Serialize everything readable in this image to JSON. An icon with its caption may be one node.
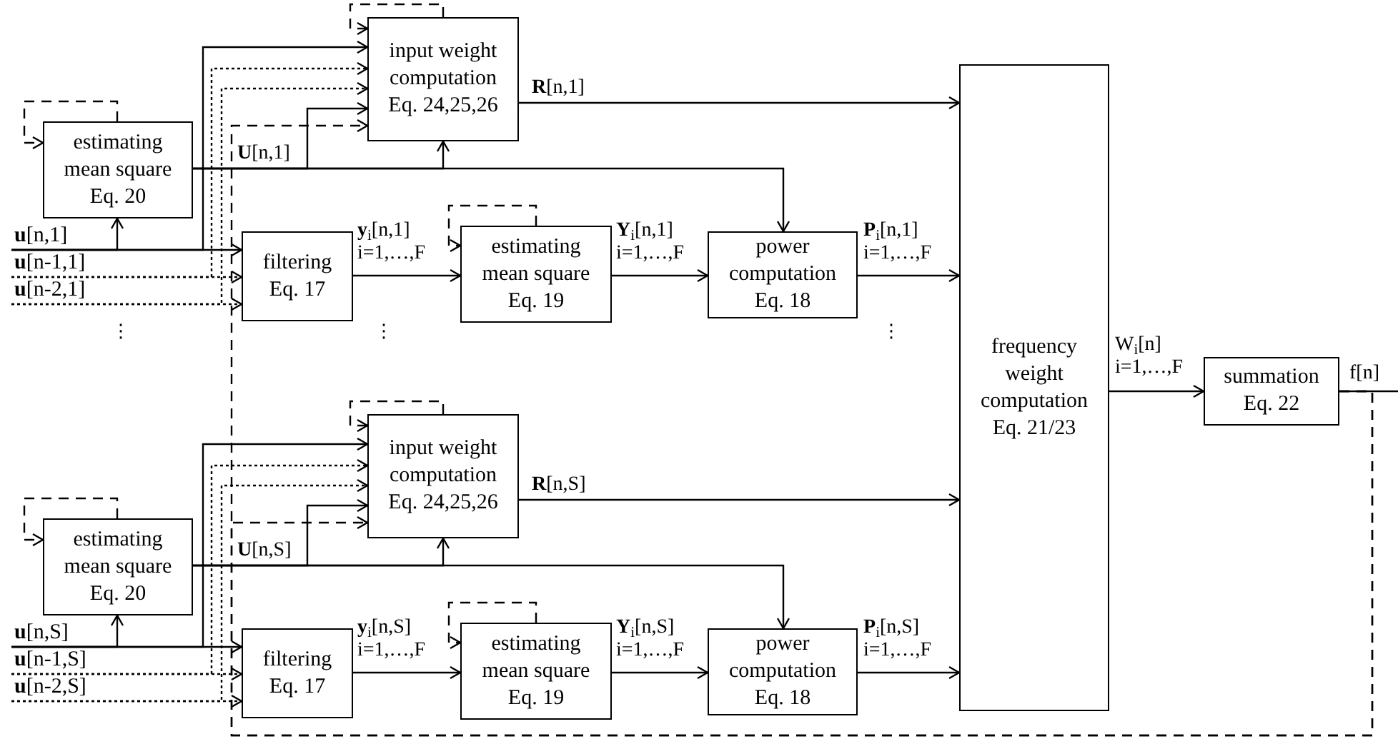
{
  "diagram": {
    "nodes": [
      {
        "text": [
          "input weight computation",
          "Eq. 24,25,26"
        ]
      },
      {
        "text": [
          "estimating mean square",
          "Eq. 20"
        ]
      },
      {
        "text": [
          "**u**[n,1]"
        ]
      },
      {
        "text": [
          "**u**[n-1,1]"
        ]
      },
      {
        "text": [
          "**u**[n-2,1]"
        ]
      },
      {
        "text": [
          "filtering",
          "Eq. 17"
        ]
      },
      {
        "text": [
          "estimating mean square",
          "Eq. 19"
        ]
      },
      {
        "text": [
          "power computation",
          "Eq. 18"
        ]
      },
      {
        "text": [
          "frequency weight computation",
          "Eq. 21/23"
        ]
      },
      {
        "text": [
          "summation",
          "Eq. 22"
        ]
      },
      {
        "text": [
          "input weight computation",
          "Eq. 24,25,26"
        ]
      },
      {
        "text": [
          "estimating mean square",
          "Eq. 20"
        ]
      },
      {
        "text": [
          "**u**[n,S]"
        ]
      },
      {
        "text": [
          "**u**[n-1,S]"
        ]
      },
      {
        "text": [
          "**u**[n-2,S]"
        ]
      },
      {
        "text": [
          "filtering",
          "Eq. 17"
        ]
      },
      {
        "text": [
          "estimating mean square",
          "Eq. 19"
        ]
      },
      {
        "text": [
          "power computation",
          "Eq. 18"
        ]
      }
    ],
    "edges": [
      {
        "from": 2,
        "to": 5,
        "arrow": "to"
      },
      {
        "from": 2,
        "to": 1,
        "arrow": "to"
      },
      {
        "from": 2,
        "to": 0,
        "arrow": "to"
      },
      {
        "from": 3,
        "to": 5,
        "arrow": "to",
        "style": "dashed"
      },
      {
        "from": 3,
        "to": 0,
        "arrow": "to",
        "style": "dashed"
      },
      {
        "from": 4,
        "to": 5,
        "arrow": "to",
        "style": "dashed"
      },
      {
        "from": 4,
        "to": 0,
        "arrow": "to",
        "style": "dashed"
      },
      {
        "from": 1,
        "to": 1,
        "arrow": "to",
        "style": "dashed"
      },
      {
        "from": 1,
        "to": 0,
        "arrow": "to",
        "label": "**U**[n,1]"
      },
      {
        "from": 1,
        "to": 0,
        "arrow": "to"
      },
      {
        "from": 1,
        "to": 7,
        "arrow": "to"
      },
      {
        "from": 0,
        "to": 0,
        "arrow": "to",
        "style": "dashed"
      },
      {
        "from": 0,
        "to": 8,
        "arrow": "to",
        "label": "**R**[n,1]"
      },
      {
        "from": 5,
        "to": 6,
        "arrow": "to",
        "label": "**y**$_{i}$[n,1] i=1,…,F"
      },
      {
        "from": 6,
        "to": 6,
        "arrow": "to",
        "style": "dashed"
      },
      {
        "from": 6,
        "to": 7,
        "arrow": "to",
        "label": "**Y**$_{i}$[n,1] i=1,…,F"
      },
      {
        "from": 7,
        "to": 8,
        "arrow": "to",
        "label": "**P**$_{i}$[n,1] i=1,…,F"
      },
      {
        "from": 12,
        "to": 15,
        "arrow": "to"
      },
      {
        "from": 12,
        "to": 11,
        "arrow": "to"
      },
      {
        "from": 12,
        "to": 10,
        "arrow": "to"
      },
      {
        "from": 13,
        "to": 15,
        "arrow": "to",
        "style": "dashed"
      },
      {
        "from": 13,
        "to": 10,
        "arrow": "to",
        "style": "dashed"
      },
      {
        "from": 14,
        "to": 15,
        "arrow": "to",
        "style": "dashed"
      },
      {
        "from": 14,
        "to": 10,
        "arrow": "to",
        "style": "dashed"
      },
      {
        "from": 11,
        "to": 11,
        "arrow": "to",
        "style": "dashed"
      },
      {
        "from": 11,
        "to": 10,
        "arrow": "to",
        "label": "**U**[n,S]"
      },
      {
        "from": 11,
        "to": 10,
        "arrow": "to"
      },
      {
        "from": 11,
        "to": 17,
        "arrow": "to"
      },
      {
        "from": 10,
        "to": 10,
        "arrow": "to",
        "style": "dashed"
      },
      {
        "from": 10,
        "to": 8,
        "arrow": "to",
        "label": "**R**[n,S]"
      },
      {
        "from": 15,
        "to": 16,
        "arrow": "to",
        "label": "**y**$_{i}$[n,S] i=1,…,F"
      },
      {
        "from": 16,
        "to": 16,
        "arrow": "to",
        "style": "dashed"
      },
      {
        "from": 16,
        "to": 17,
        "arrow": "to",
        "label": "**Y**$_{i}$[n,S] i=1,…,F"
      },
      {
        "from": 17,
        "to": 8,
        "arrow": "to",
        "label": "**P**$_{i}$[n,S] i=1,…,F"
      },
      {
        "from": 8,
        "to": 9,
        "arrow": "to",
        "label": "W$_{i}$[n] i=1,…,F"
      },
      {
        "from": 9,
        "to": null,
        "arrow": "none",
        "label": "f[n]"
      },
      {
        "from": 9,
        "to": 0,
        "arrow": "to",
        "style": "dashed"
      },
      {
        "from": 9,
        "to": 10,
        "arrow": "to",
        "style": "dashed"
      }
    ],
    "labels": [
      "⋮",
      "⋮",
      "⋮"
    ]
  }
}
